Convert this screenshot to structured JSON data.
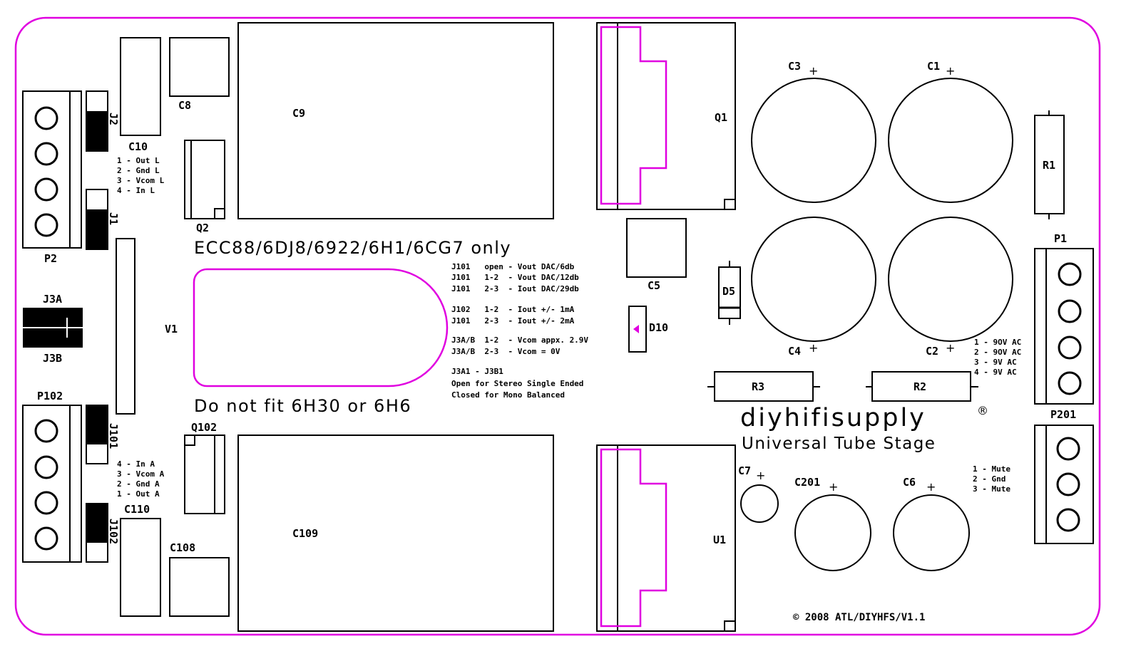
{
  "colors": {
    "silkscreen": "#000000",
    "outline": "#e000e0",
    "background": "#ffffff"
  },
  "components": {
    "c9": "C9",
    "c8": "C8",
    "c10": "C10",
    "q2": "Q2",
    "q1": "Q1",
    "c5": "C5",
    "c3": "C3",
    "c1": "C1",
    "c4": "C4",
    "c2": "C2",
    "r1": "R1",
    "d5": "D5",
    "d10": "D10",
    "r3": "R3",
    "r2": "R2",
    "v1": "V1",
    "p1": "P1",
    "p2": "P2",
    "j1": "J1",
    "j2": "J2",
    "j3a": "J3A",
    "j3b": "J3B",
    "p102": "P102",
    "j101": "J101",
    "j102": "J102",
    "c110": "C110",
    "c108": "C108",
    "c109": "C109",
    "q102": "Q102",
    "u1": "U1",
    "c7": "C7",
    "c201": "C201",
    "c6": "C6",
    "p201": "P201"
  },
  "plus_sign": "+",
  "pins_left_top": [
    "1 - Out L",
    "2 - Gnd L",
    "3 - Vcom L",
    "4 - In L"
  ],
  "pins_left_bottom": [
    "4 - In A",
    "3 - Vcom A",
    "2 - Gnd A",
    "1 - Out A"
  ],
  "pins_p1": [
    "1 - 9OV AC",
    "2 - 9OV AC",
    "3 - 9V AC",
    "4 - 9V AC"
  ],
  "pins_p201": [
    "1 - Mute",
    "2 - Gnd",
    "3 - Mute"
  ],
  "tube_note": "ECC88/6DJ8/6922/6H1/6CG7 only",
  "tube_warning": "Do not fit 6H30 or 6H6",
  "jumper_notes": {
    "l1": "J101   open - Vout DAC/6db",
    "l2": "J101   1-2  - Vout DAC/12db",
    "l3": "J101   2-3  - Iout DAC/29db",
    "l4": "J102   1-2  - Iout +/- 1mA",
    "l5": "J101   2-3  - Iout +/- 2mA",
    "l6": "J3A/B  1-2  - Vcom appx. 2.9V",
    "l7": "J3A/B  2-3  - Vcom = 0V",
    "l8": "J3A1 - J3B1",
    "l9": "Open for Stereo Single Ended",
    "l10": "Closed for Mono Balanced"
  },
  "brand": {
    "name": "diyhifisupply",
    "registered": "®",
    "subtitle": "Universal Tube Stage"
  },
  "copyright": "© 2008 ATL/DIYHFS/V1.1"
}
